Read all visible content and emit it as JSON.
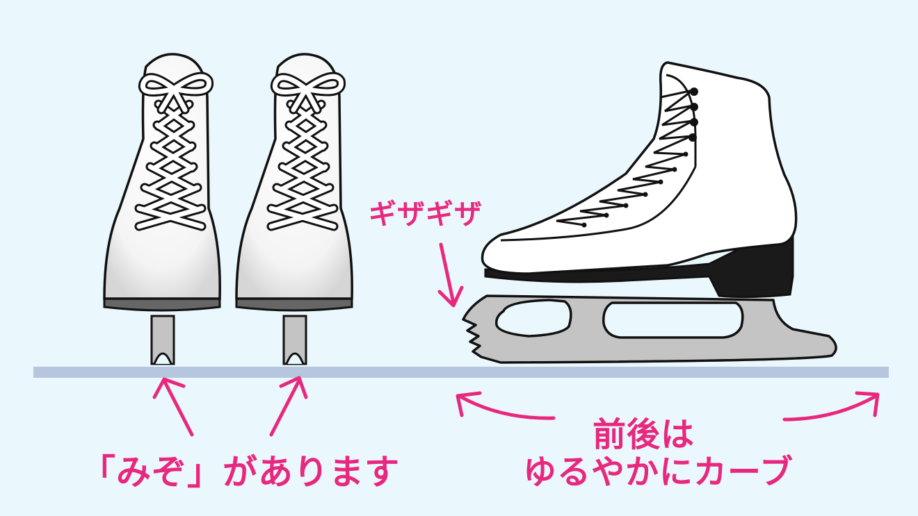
{
  "labels": {
    "serrated": "ギザギザ",
    "groove": "「みぞ」があります",
    "curve_line1": "前後は",
    "curve_line2": "ゆるやかにカーブ"
  },
  "colors": {
    "background": "#eaf8fd",
    "ice_line": "#b7c6df",
    "accent": "#e8287e",
    "blade": "#c4c4c4",
    "outline": "#111111"
  }
}
